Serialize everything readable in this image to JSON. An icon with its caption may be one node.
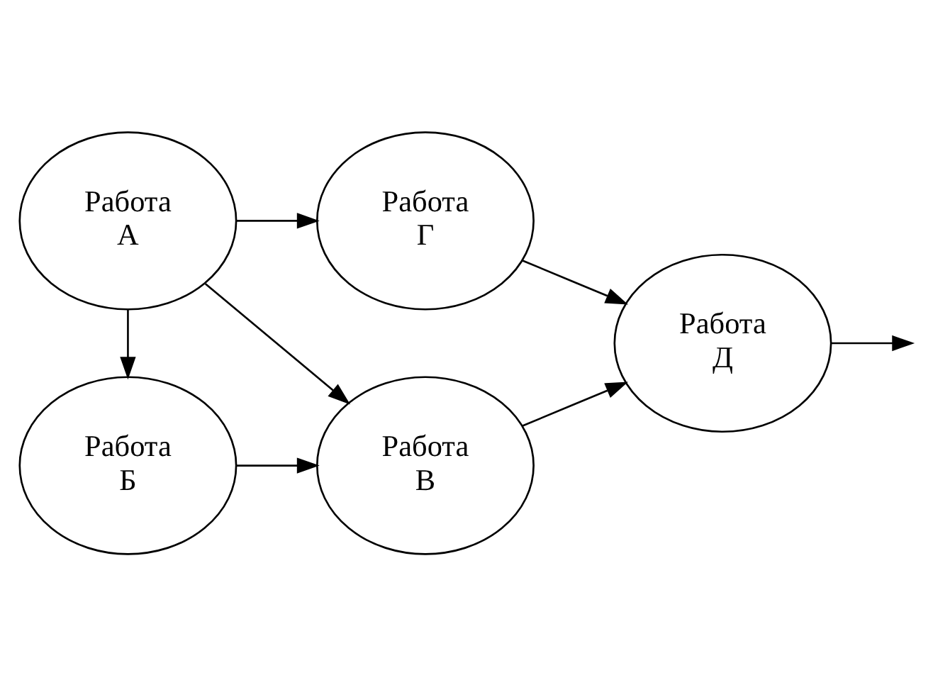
{
  "diagram": {
    "nodes": [
      {
        "text": [
          "Работа А"
        ]
      },
      {
        "text": [
          "Работа Б"
        ]
      },
      {
        "text": [
          "Работа В"
        ]
      },
      {
        "text": [
          "Работа Д"
        ]
      },
      {
        "text": [
          "Работа Г"
        ]
      }
    ],
    "edges": [
      {
        "from": 0,
        "to": 1,
        "arrow": "to"
      },
      {
        "from": 1,
        "to": 2,
        "arrow": "to"
      },
      {
        "from": 0,
        "to": 2,
        "arrow": "to"
      },
      {
        "from": 2,
        "to": 3,
        "arrow": "to"
      },
      {
        "from": 4,
        "to": 3,
        "arrow": "to"
      },
      {
        "from": 0,
        "to": 4,
        "arrow": "to"
      },
      {
        "from": 3,
        "to": null,
        "arrow": "to"
      }
    ]
  }
}
